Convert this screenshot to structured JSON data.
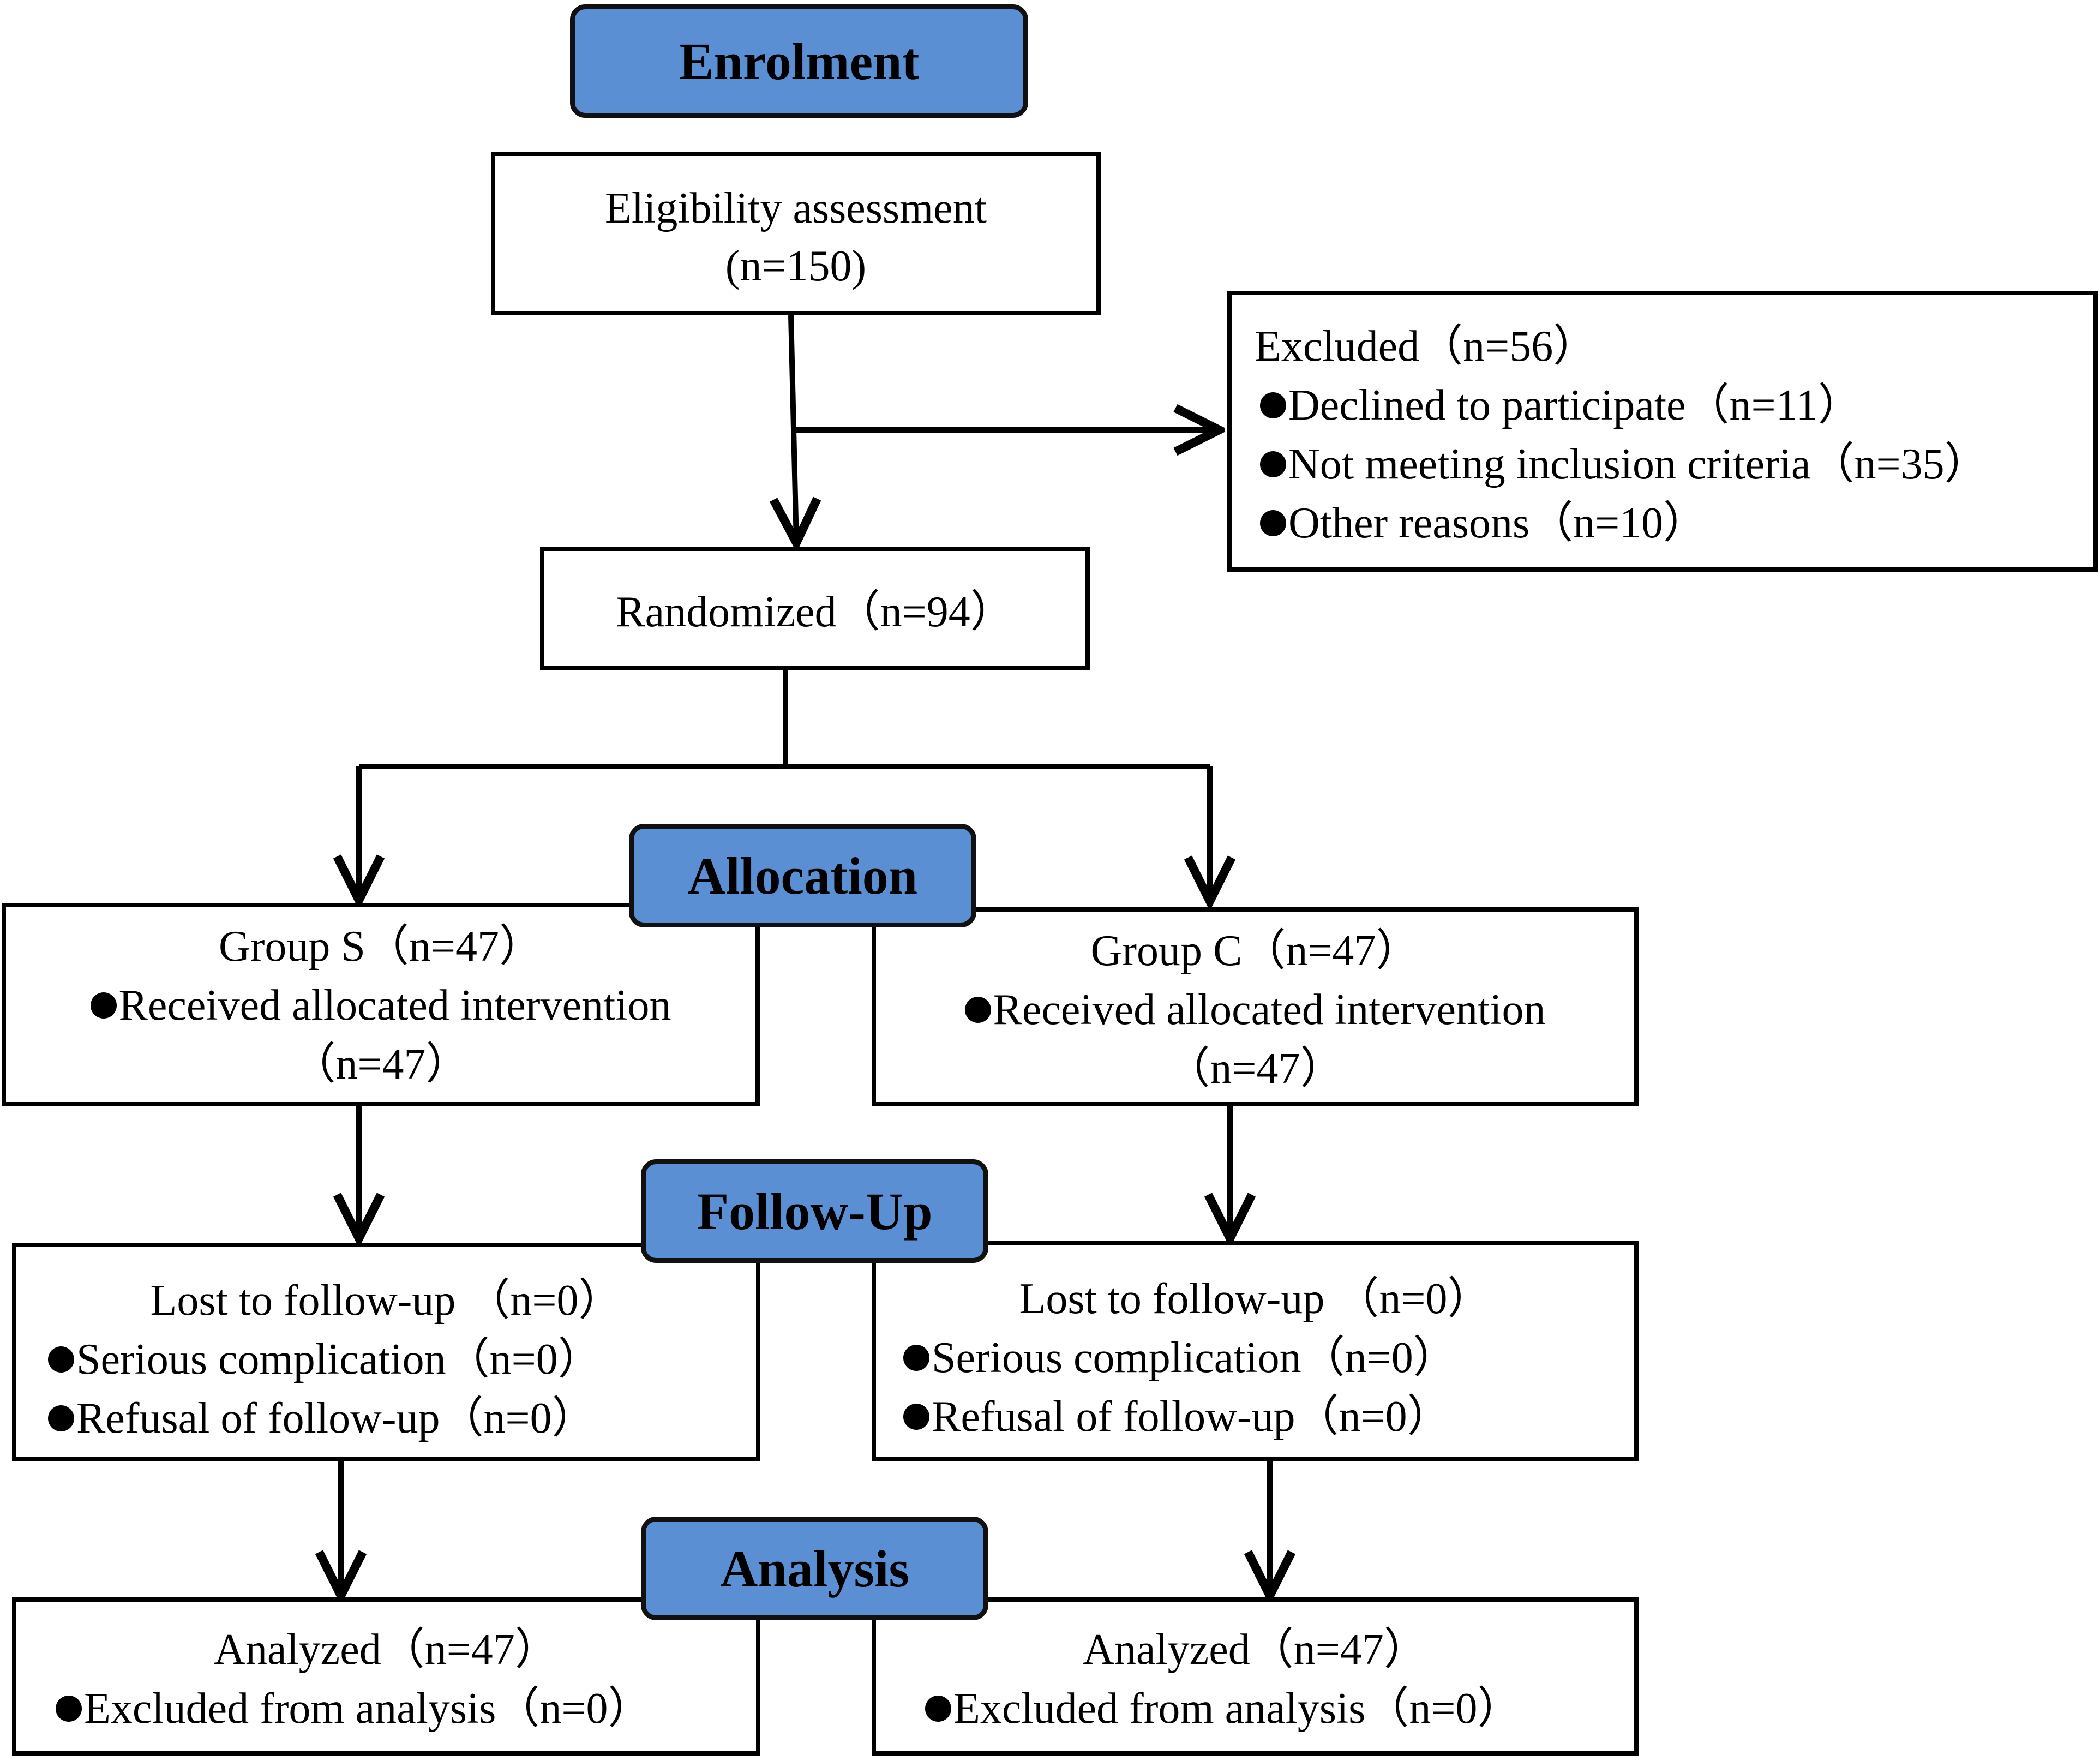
{
  "stages": {
    "enrolment": "Enrolment",
    "allocation": "Allocation",
    "follow_up": "Follow-Up",
    "analysis": "Analysis"
  },
  "eligibility": {
    "label": "Eligibility assessment",
    "count": "(n=150)"
  },
  "excluded": {
    "title": "Excluded（n=56）",
    "items": [
      "Declined to participate（n=11）",
      "Not meeting inclusion criteria（n=35）",
      "Other reasons（n=10）"
    ]
  },
  "randomized": "Randomized（n=94）",
  "group_s": {
    "allocation": {
      "title": "Group S（n=47）",
      "item": "Received allocated intervention",
      "count": "（n=47）"
    },
    "follow_up": {
      "title": "Lost to follow-up （n=0）",
      "items": [
        "Serious complication（n=0）",
        "Refusal of follow-up（n=0）"
      ]
    },
    "analysis": {
      "title": "Analyzed（n=47）",
      "item": "Excluded from analysis（n=0）"
    }
  },
  "group_c": {
    "allocation": {
      "title": "Group C（n=47）",
      "item": "Received allocated intervention",
      "count": "（n=47）"
    },
    "follow_up": {
      "title": "Lost to follow-up （n=0）",
      "items": [
        "Serious complication（n=0）",
        "Refusal of follow-up（n=0）"
      ]
    },
    "analysis": {
      "title": "Analyzed（n=47）",
      "item": "Excluded from analysis（n=0）"
    }
  }
}
